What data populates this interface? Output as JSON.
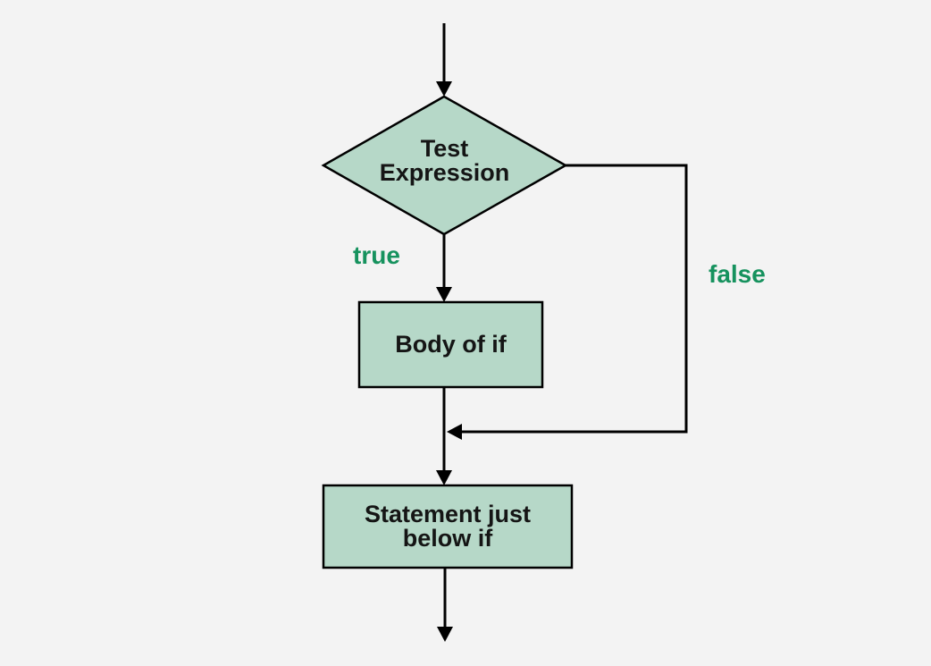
{
  "colors": {
    "background": "#f3f3f3",
    "node_fill": "#b6d8c8",
    "node_stroke": "#000000",
    "connector": "#000000",
    "branch_label": "#16925e",
    "node_text": "#151515"
  },
  "nodes": {
    "decision": {
      "line1": "Test",
      "line2": "Expression"
    },
    "body": {
      "label": "Body of if"
    },
    "statement": {
      "line1": "Statement just",
      "line2": "below if"
    }
  },
  "labels": {
    "true": "true",
    "false": "false"
  }
}
